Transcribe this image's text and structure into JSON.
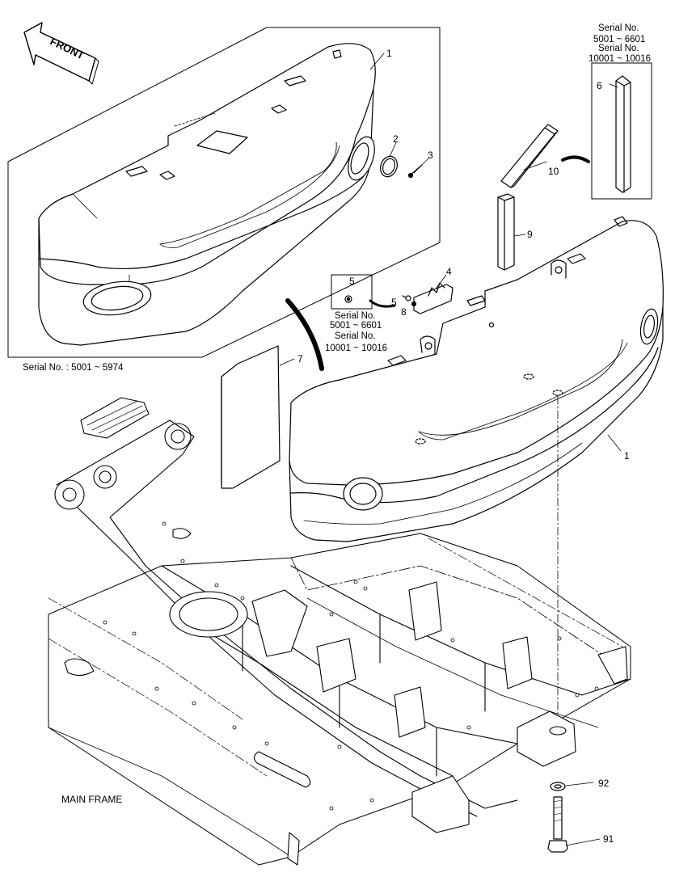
{
  "front_arrow": {
    "label": "FRONT"
  },
  "inset_top_left": {
    "serial_note": "Serial No. : 5001 ~ 5974"
  },
  "inset_top_right": {
    "serial_lines": [
      "Serial No.",
      "5001 ~ 6601",
      "Serial No.",
      "10001 ~ 10016"
    ],
    "callout": "6"
  },
  "inset_center": {
    "callout": "5",
    "serial_lines": [
      "Serial No.",
      "5001 ~ 6601",
      "Serial No.",
      "10001 ~ 10016"
    ]
  },
  "callouts": {
    "c1_top": "1",
    "c2": "2",
    "c3": "3",
    "c4": "4",
    "c5": "5",
    "c7": "7",
    "c8": "8",
    "c9": "9",
    "c10": "10",
    "c1_main": "1",
    "c91": "91",
    "c92": "92"
  },
  "frame_label": "MAIN FRAME"
}
